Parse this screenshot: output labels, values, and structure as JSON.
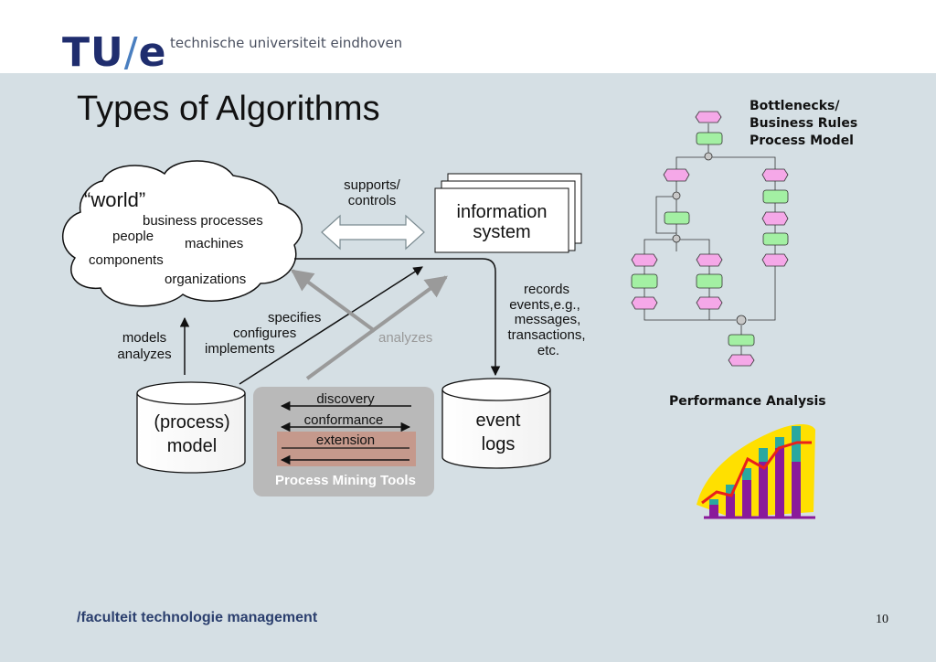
{
  "header": {
    "logo": {
      "part1": "TU",
      "slash": "/",
      "part2": "e"
    },
    "university": "technische universiteit eindhoven"
  },
  "title": "Types of Algorithms",
  "world": {
    "title": "“world”",
    "items": [
      "business processes",
      "people",
      "machines",
      "components",
      "organizations"
    ]
  },
  "infosys": {
    "line1": "information",
    "line2": "system"
  },
  "supports": {
    "line1": "supports/",
    "line2": "controls"
  },
  "records": {
    "lines": [
      "records",
      "events,e.g.,",
      "messages,",
      "transactions,",
      "etc."
    ]
  },
  "specifies": {
    "lines": [
      "specifies",
      "configures",
      "implements"
    ]
  },
  "analyzes_label": "analyzes",
  "models": {
    "lines": [
      "models",
      "analyzes"
    ]
  },
  "process_model": {
    "line1": "(process)",
    "line2": "model"
  },
  "event_logs": {
    "line1": "event",
    "line2": "logs"
  },
  "tools": {
    "discovery": "discovery",
    "conformance": "conformance",
    "extension": "extension",
    "caption": "Process Mining Tools"
  },
  "bottlenecks": {
    "lines": [
      "Bottlenecks/",
      "Business Rules",
      "Process Model"
    ]
  },
  "performance": "Performance Analysis",
  "footer": "/faculteit technologie management",
  "page_number": "10",
  "colors": {
    "background": "#d5dfe4",
    "logo": "#1f2d6e",
    "tools_box": "#b9b9b9",
    "extension_box": "#c5998c",
    "event_node": "#f5a8e8",
    "function_node": "#a3f0a3",
    "bar_purple": "#8a1a9a",
    "bar_teal": "#2aa8a0",
    "trend_red": "#e8201c",
    "chart_bg": "#ffe000"
  }
}
